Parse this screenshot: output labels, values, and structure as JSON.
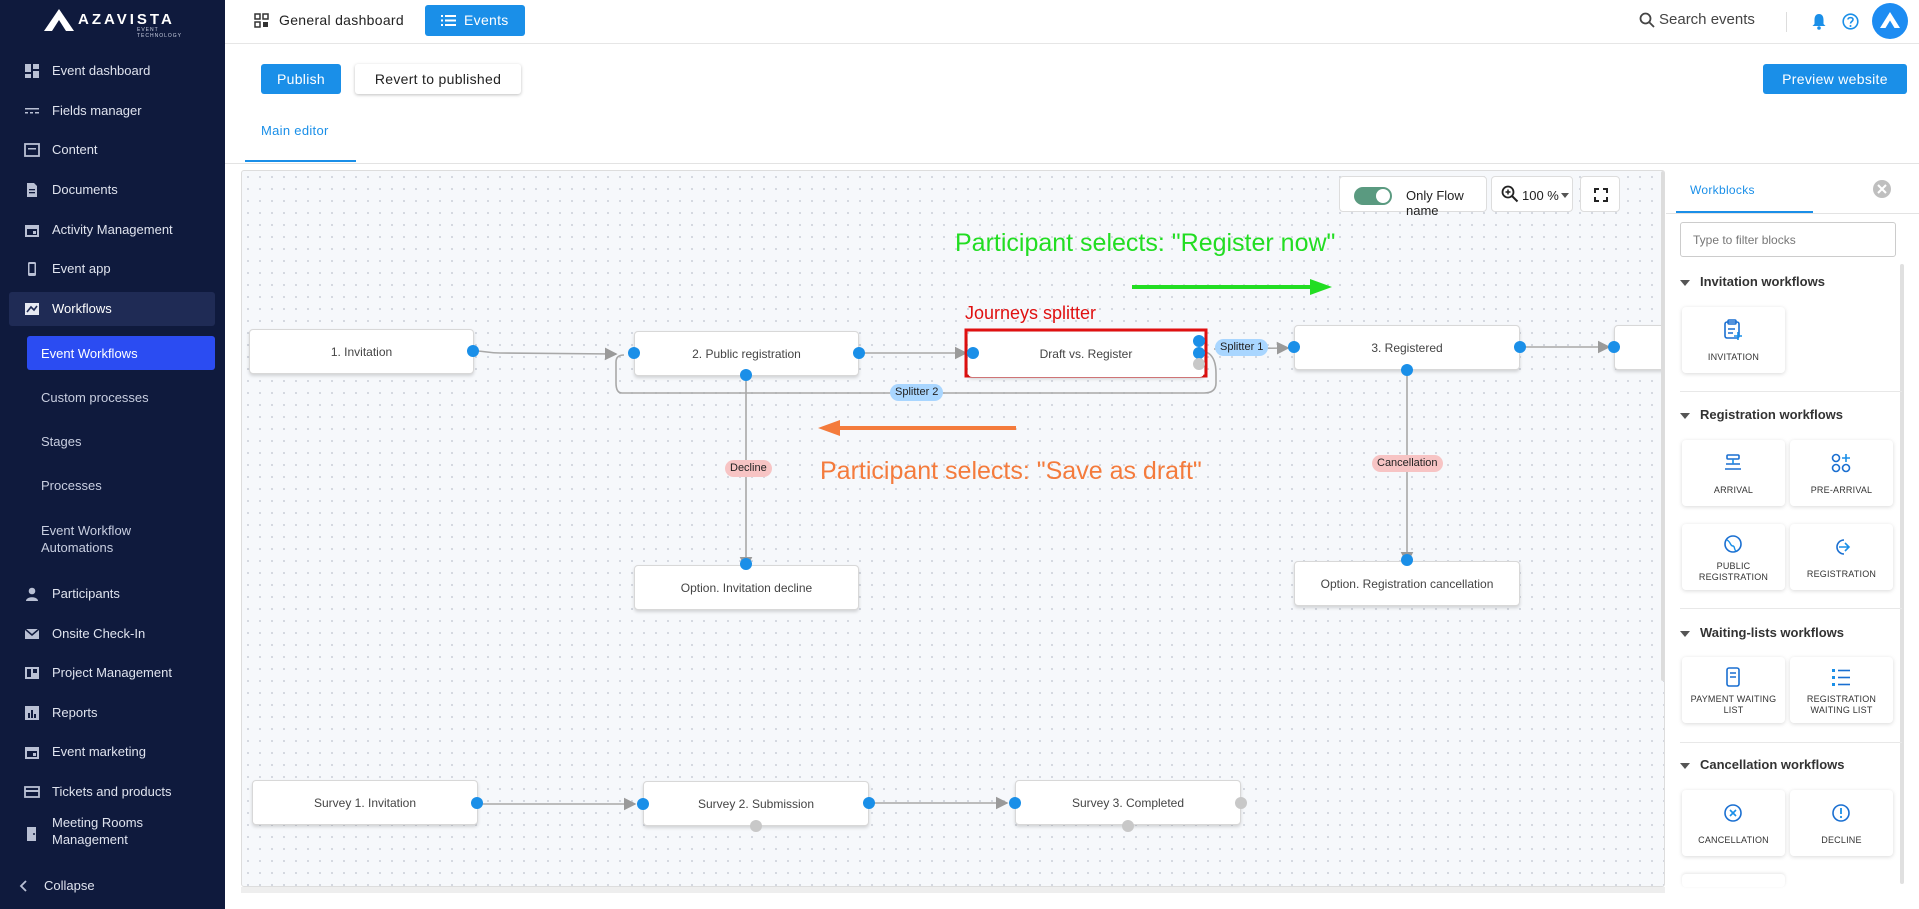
{
  "brand": {
    "name": "AZAVISTA",
    "tagline": "EVENT TECHNOLOGY"
  },
  "sidebar": {
    "items": [
      {
        "label": "Event dashboard",
        "icon": "dashboard-icon"
      },
      {
        "label": "Fields manager",
        "icon": "fields-icon"
      },
      {
        "label": "Content",
        "icon": "content-icon"
      },
      {
        "label": "Documents",
        "icon": "document-icon"
      },
      {
        "label": "Activity Management",
        "icon": "calendar-icon"
      },
      {
        "label": "Event app",
        "icon": "phone-icon"
      },
      {
        "label": "Workflows",
        "icon": "workflow-icon"
      },
      {
        "label": "Participants",
        "icon": "person-icon"
      },
      {
        "label": "Onsite Check-In",
        "icon": "mail-icon"
      },
      {
        "label": "Project Management",
        "icon": "project-icon"
      },
      {
        "label": "Reports",
        "icon": "reports-icon"
      },
      {
        "label": "Event marketing",
        "icon": "calendar-icon"
      },
      {
        "label": "Tickets and products",
        "icon": "ticket-icon"
      },
      {
        "label": "Meeting Rooms",
        "label2": "Management",
        "icon": "room-icon"
      }
    ],
    "subitems": [
      "Event Workflows",
      "Custom processes",
      "Stages",
      "Processes"
    ],
    "subitem_multi": {
      "line1": "Event Workflow",
      "line2": "Automations"
    },
    "collapse_label": "Collapse"
  },
  "topbar": {
    "general_dashboard": "General dashboard",
    "events": "Events",
    "search_placeholder": "Search events"
  },
  "actions": {
    "publish": "Publish",
    "revert": "Revert to published",
    "preview": "Preview website"
  },
  "tabs": {
    "main_editor": "Main editor"
  },
  "controls": {
    "only_flow_name": "Only Flow name",
    "zoom": "100 %"
  },
  "flow": {
    "nodes": {
      "invitation": "1. Invitation",
      "public_registration": "2. Public registration",
      "draft_vs_register": "Draft vs. Register",
      "registered": "3. Registered",
      "invitation_decline": "Option. Invitation decline",
      "registration_cancellation": "Option. Registration cancellation",
      "survey1": "Survey 1. Invitation",
      "survey2": "Survey 2. Submission",
      "survey3": "Survey 3. Completed"
    },
    "tags": {
      "splitter1": "Splitter 1",
      "splitter2": "Splitter 2",
      "decline": "Decline",
      "cancellation": "Cancellation"
    }
  },
  "annotations": {
    "register_now": "Participant selects: \"Register now\"",
    "journeys_splitter": "Journeys splitter",
    "save_as_draft": "Participant selects: \"Save as draft\""
  },
  "workblocks": {
    "tab": "Workblocks",
    "filter_placeholder": "Type to filter blocks",
    "sections": [
      {
        "title": "Invitation workflows",
        "blocks": [
          "INVITATION"
        ]
      },
      {
        "title": "Registration workflows",
        "blocks": [
          "ARRIVAL",
          "PRE-ARRIVAL",
          "PUBLIC REGISTRATION",
          "REGISTRATION"
        ]
      },
      {
        "title": "Waiting-lists workflows",
        "blocks": [
          "PAYMENT WAITING LIST",
          "REGISTRATION WAITING LIST"
        ]
      },
      {
        "title": "Cancellation workflows",
        "blocks": [
          "CANCELLATION",
          "DECLINE"
        ]
      }
    ]
  },
  "colors": {
    "accent": "#1a8fe8",
    "sidebar_bg": "#0f1a3d",
    "annotation_green": "#22dd22",
    "annotation_orange": "#f47b3c",
    "annotation_red": "#e01010",
    "port": "#1a8fe8"
  }
}
